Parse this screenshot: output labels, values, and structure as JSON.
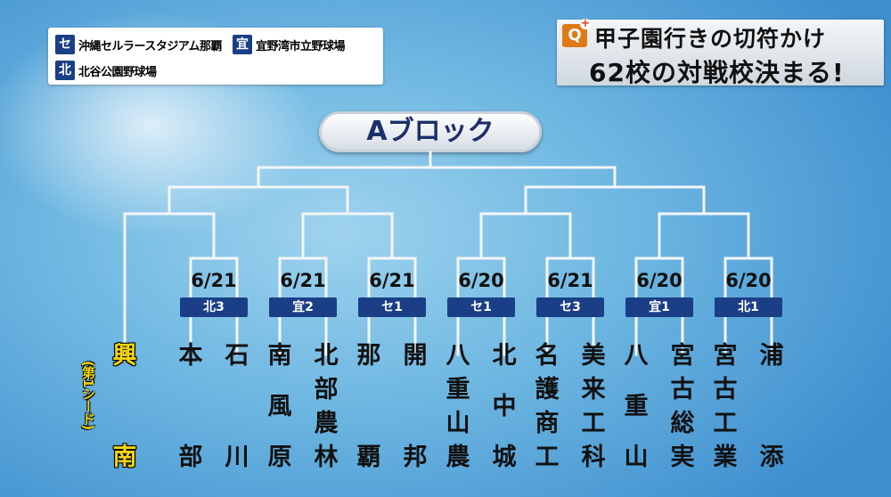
{
  "venues": [
    {
      "badge": "セ",
      "name": "沖縄セルラースタジアム那覇"
    },
    {
      "badge": "宜",
      "name": "宜野湾市立野球場"
    },
    {
      "badge": "北",
      "name": "北谷公園野球場"
    }
  ],
  "title": {
    "line1": "甲子園行きの切符かけ",
    "line2": "62校の対戦校決まる!",
    "logo": "Q"
  },
  "block": {
    "name": "Aブロック"
  },
  "seed": {
    "school_top": "興",
    "school_bottom": "南",
    "label": "(第1シード)"
  },
  "matches": [
    {
      "date": "6/21",
      "venue": "北3",
      "schools": [
        [
          "本",
          "部"
        ],
        [
          "石",
          "川"
        ]
      ]
    },
    {
      "date": "6/21",
      "venue": "宜2",
      "schools": [
        [
          "南",
          "風",
          "原"
        ],
        [
          "北",
          "部",
          "農",
          "林"
        ]
      ]
    },
    {
      "date": "6/21",
      "venue": "セ1",
      "schools": [
        [
          "那",
          "覇"
        ],
        [
          "開",
          "邦"
        ]
      ]
    },
    {
      "date": "6/20",
      "venue": "セ1",
      "schools": [
        [
          "八",
          "重",
          "山",
          "農"
        ],
        [
          "北",
          "中",
          "城"
        ]
      ]
    },
    {
      "date": "6/21",
      "venue": "セ3",
      "schools": [
        [
          "名",
          "護",
          "商",
          "工"
        ],
        [
          "美",
          "来",
          "工",
          "科"
        ]
      ]
    },
    {
      "date": "6/20",
      "venue": "宜1",
      "schools": [
        [
          "八",
          "重",
          "山"
        ],
        [
          "宮",
          "古",
          "総",
          "実"
        ]
      ]
    },
    {
      "date": "6/20",
      "venue": "北1",
      "schools": [
        [
          "宮",
          "古",
          "工",
          "業"
        ],
        [
          "浦",
          "添"
        ]
      ]
    }
  ]
}
